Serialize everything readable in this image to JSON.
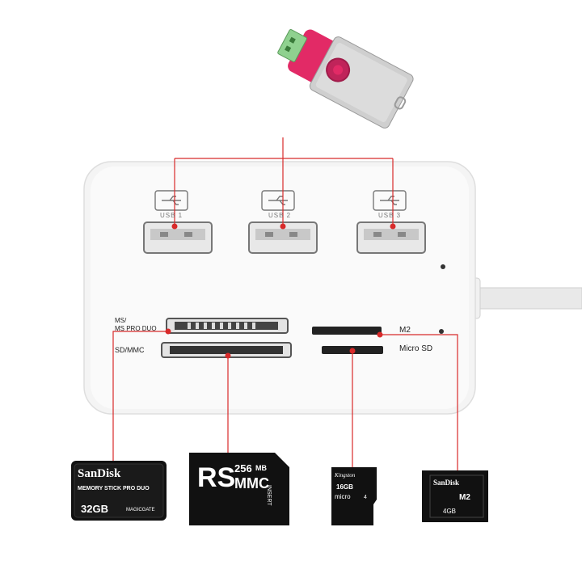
{
  "colors": {
    "background": "#ffffff",
    "hub_body": "#f4f4f4",
    "connector_line": "#d82a2a",
    "flash_drive_body": "#e22a66",
    "flash_drive_cap": "#c9c9c9",
    "usb_connector": "#8fd18f",
    "card_black": "#111111"
  },
  "hub": {
    "usb_ports": [
      {
        "label": "USB 1"
      },
      {
        "label": "USB 2"
      },
      {
        "label": "USB 3"
      }
    ],
    "slot_labels": {
      "ms": "MS/",
      "ms_pro_duo": "MS PRO DUO",
      "sd_mmc": "SD/MMC",
      "m2": "M2",
      "micro_sd": "Micro SD"
    }
  },
  "cards": {
    "ms_pro_duo": {
      "brand": "SanDisk",
      "line1": "MEMORY STICK PRO DUO",
      "capacity": "32GB",
      "badge": "MAGICGATE"
    },
    "rs_mmc": {
      "prefix": "RS",
      "size": "256",
      "unit": "MB",
      "type": "MMC",
      "side": "INSERT"
    },
    "micro_sd": {
      "brand": "Kingston",
      "capacity": "16GB",
      "type": "micro",
      "class": "4"
    },
    "m2": {
      "brand": "SanDisk",
      "type": "M2",
      "capacity": "4GB"
    }
  }
}
